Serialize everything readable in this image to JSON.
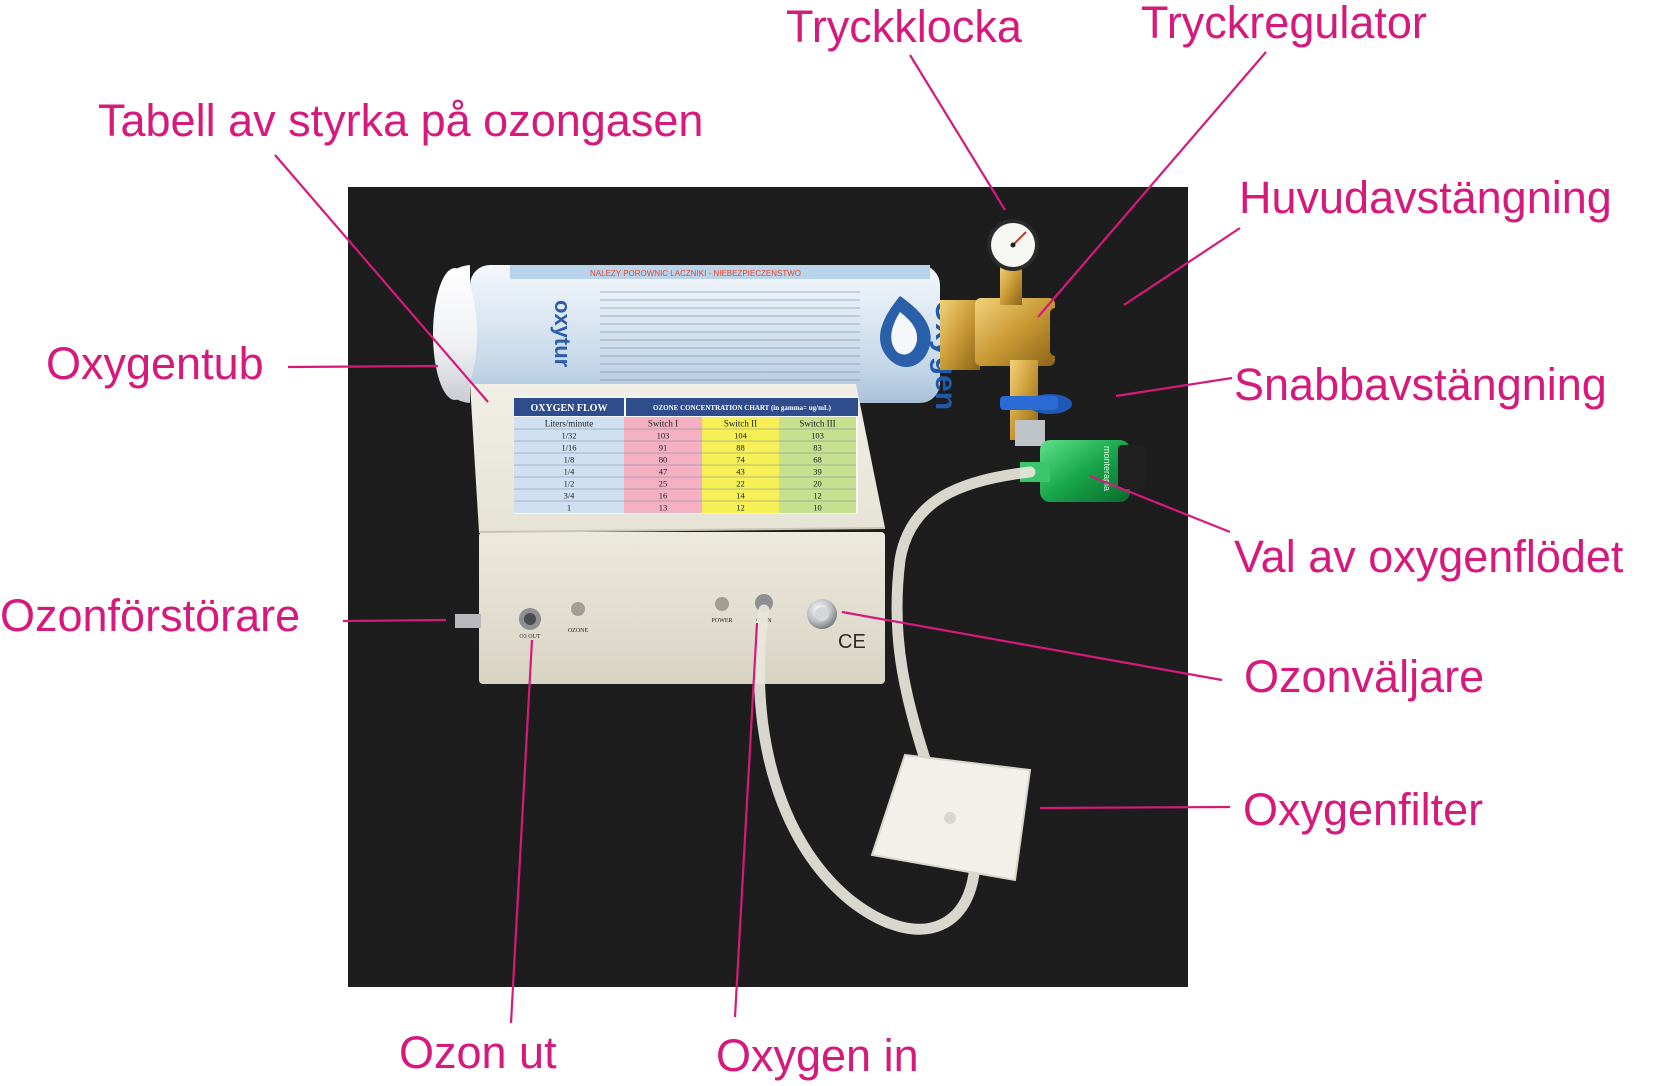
{
  "labels": {
    "tryckklocka": "Tryckklocka",
    "tryckregulator": "Tryckregulator",
    "tabell": "Tabell av styrka på ozongasen",
    "huvudavstangning": "Huvudavstängning",
    "oxygentub": "Oxygentub",
    "snabbavstangning": "Snabbavstängning",
    "val_oxygenflodet": "Val av oxygenflödet",
    "ozonforstorare": "Ozonförstörare",
    "ozonvaljare": "Ozonväljare",
    "oxygenfilter": "Oxygenfilter",
    "ozon_ut": "Ozon ut",
    "oxygen_in": "Oxygen in"
  },
  "accent_color": "#d6197c",
  "photo": {
    "background_color": "#1b1b1b",
    "cylinder": {
      "brand": "Oxygen",
      "side_text": "oxytur",
      "warning_strip": "NALEZY POROWNIC LACZNIKI - NIEBEZPIECZENSTWO"
    },
    "device": {
      "oxygen_flow_header": "OXYGEN FLOW",
      "chart_header": "OZONE CONCENTRATION CHART (in gamma= ug/mL)",
      "columns": [
        "Liters/minute",
        "Switch I",
        "Switch II",
        "Switch III"
      ],
      "column_colors": [
        "#cfe0f3",
        "#f5b1c4",
        "#f6ef55",
        "#c5e08f"
      ],
      "rows": [
        [
          "1/32",
          "103",
          "104",
          "103"
        ],
        [
          "1/16",
          "91",
          "88",
          "83"
        ],
        [
          "1/8",
          "80",
          "74",
          "68"
        ],
        [
          "1/4",
          "47",
          "43",
          "39"
        ],
        [
          "1/2",
          "25",
          "22",
          "20"
        ],
        [
          "3/4",
          "16",
          "14",
          "12"
        ],
        [
          "1",
          "13",
          "12",
          "10"
        ]
      ],
      "port_out_label": "O3 OUT",
      "ozone_led_label": "OZONE",
      "power_label": "POWER",
      "o2_in_label": "O2 IN",
      "ce_mark": "CE"
    },
    "flow_meter_label": "monterapia"
  }
}
